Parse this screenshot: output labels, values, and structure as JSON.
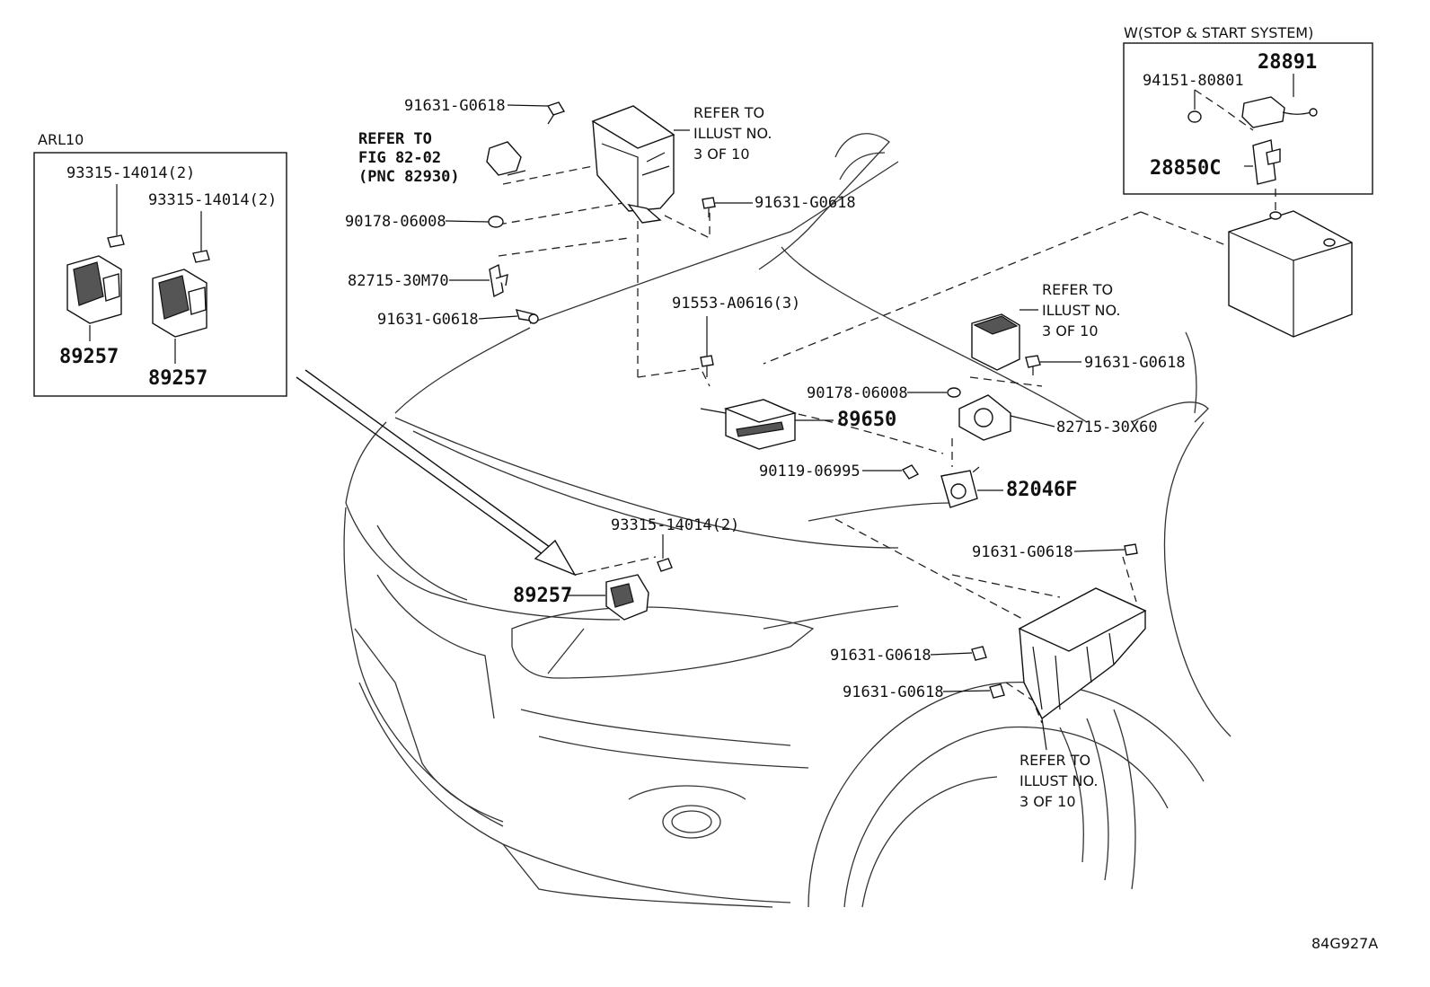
{
  "insets": {
    "arl10": {
      "title": "ARL10",
      "screw_left": "93315-14014(2)",
      "screw_right": "93315-14014(2)",
      "part_left": "89257",
      "part_right": "89257"
    },
    "stop_start": {
      "title": "W(STOP & START SYSTEM)",
      "sensor": "28891",
      "nut": "94151-80801",
      "bracket": "28850C"
    }
  },
  "parts": {
    "bolt_top": "91631-G0618",
    "nut_left": "90178-06008",
    "bracket_left": "82715-30M70",
    "bolt_left": "91631-G0618",
    "bolt_center_top": "91631-G0618",
    "bolts_center": "91553-A0616(3)",
    "nut_right": "90178-06008",
    "ecu_center": "89650",
    "bolt_right_upper": "91631-G0618",
    "bracket_right": "82715-30X60",
    "bolt_right_mid": "90119-06995",
    "bracket_mid": "82046F",
    "screw_front": "93315-14014(2)",
    "module_front": "89257",
    "bolt_lower_right": "91631-G0618",
    "bolt_lower_1": "91631-G0618",
    "bolt_lower_2": "91631-G0618"
  },
  "notes": {
    "refer_fig": {
      "line1": "REFER TO",
      "line2": "FIG 82-02",
      "line3": "(PNC 82930)"
    },
    "refer_illust_top": {
      "line1": "REFER TO",
      "line2": "ILLUST NO.",
      "line3": "3 OF 10"
    },
    "refer_illust_mid": {
      "line1": "REFER TO",
      "line2": "ILLUST NO.",
      "line3": "3 OF 10"
    },
    "refer_illust_bottom": {
      "line1": "REFER TO",
      "line2": "ILLUST NO.",
      "line3": "3 OF 10"
    }
  },
  "figure_code": "84G927A"
}
